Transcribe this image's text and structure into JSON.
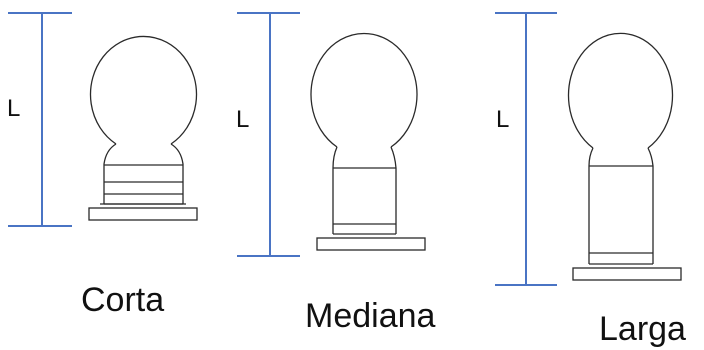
{
  "diagram": {
    "measure_label": "L",
    "dimension_line_color": "#4a74c4",
    "outline_color": "#2a2a2a",
    "items": [
      {
        "caption": "Corta"
      },
      {
        "caption": "Mediana"
      },
      {
        "caption": "Larga"
      }
    ]
  }
}
